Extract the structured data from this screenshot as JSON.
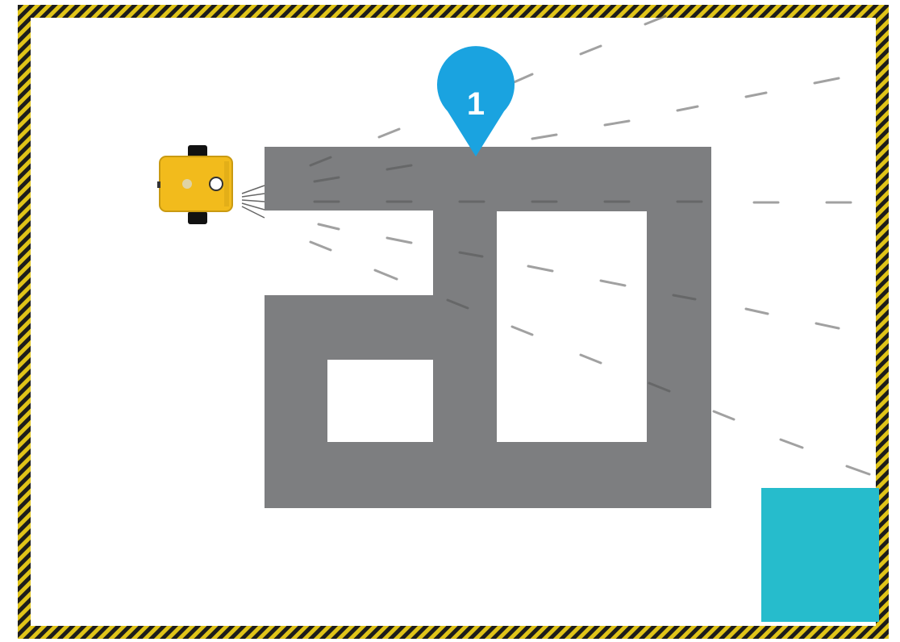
{
  "scene": {
    "title": "",
    "marker": {
      "label": "1",
      "color": "#1aa3e0"
    },
    "colors": {
      "background": "#ffffff",
      "border_stripe_dark": "#1c1c1c",
      "border_stripe_light": "#e0c418",
      "track": "#7d7e80",
      "goal_zone": "#26bccc",
      "robot_body": "#f2bb1c",
      "robot_wheels": "#111111",
      "sensor_rays": "#555555"
    },
    "robot": {
      "icon": "robot-car-icon",
      "heading": "right"
    },
    "goal": {
      "icon": "goal-square"
    }
  }
}
